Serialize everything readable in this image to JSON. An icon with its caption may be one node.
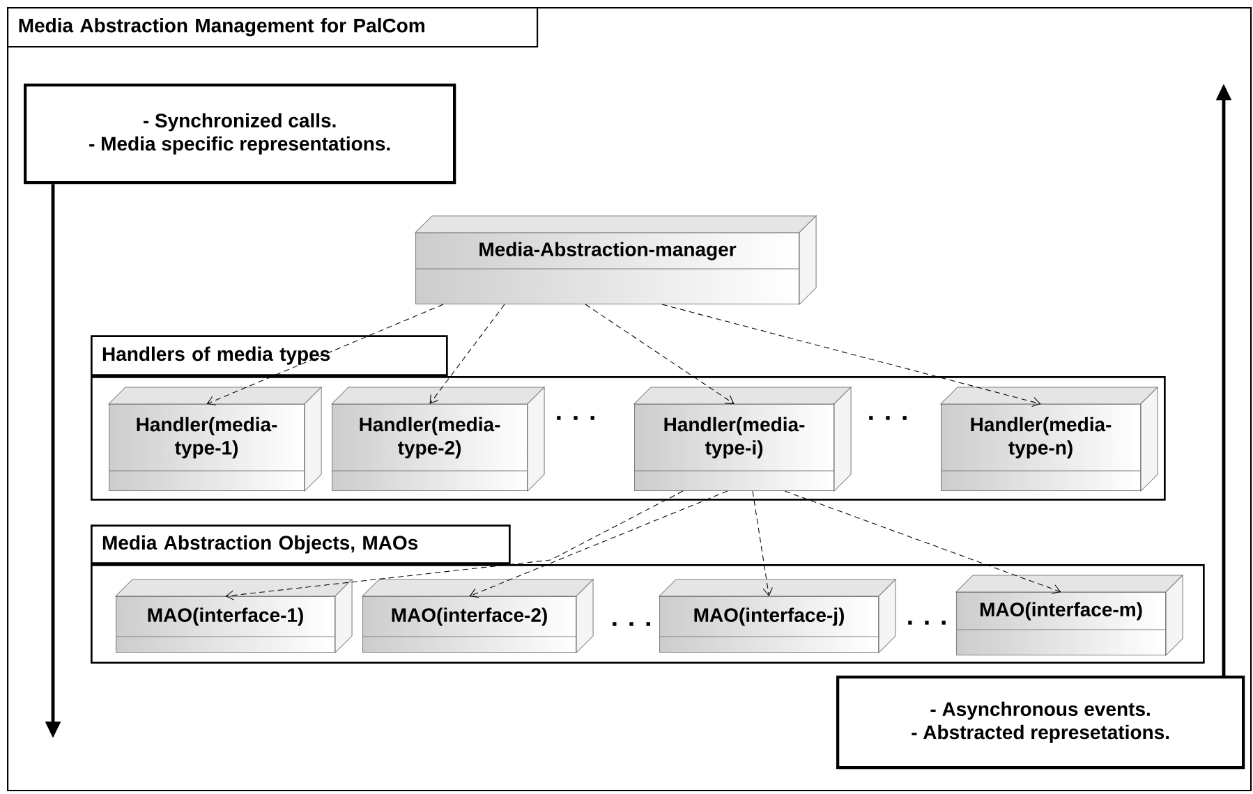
{
  "diagram": {
    "nodes": [
      {
        "text": [
          "Media Abstraction Management for PalCom"
        ]
      },
      {
        "text": [
          "- Synchronized calls.",
          "- Media specific representations."
        ],
        "in": 0
      },
      {
        "text": [
          "Media-Abstraction-manager"
        ],
        "in": 0
      },
      {
        "text": [
          "Handlers of media types"
        ],
        "in": 0
      },
      {
        "text": [
          "Handler(media-type-1)"
        ],
        "in": 3
      },
      {
        "text": [
          "Handler(media-type-2)"
        ],
        "in": 3
      },
      {
        "text": [
          "Handler(media-type-i)"
        ],
        "in": 3
      },
      {
        "text": [
          "Handler(media-type-n)"
        ],
        "in": 3
      },
      {
        "text": [
          "Media Abstraction Objects, MAOs"
        ],
        "in": 0
      },
      {
        "text": [
          "MAO(interface-1)"
        ],
        "in": 8
      },
      {
        "text": [
          "MAO(interface-2)"
        ],
        "in": 8
      },
      {
        "text": [
          "MAO(interface-j)"
        ],
        "in": 8
      },
      {
        "text": [
          "MAO(interface-m)"
        ],
        "in": 8
      },
      {
        "text": [
          "- Asynchronous events.",
          "- Abstracted represetations."
        ],
        "in": 0
      }
    ],
    "edges": [
      {
        "from": 2,
        "to": 4,
        "arrow": "to",
        "style": "dashed"
      },
      {
        "from": 2,
        "to": 5,
        "arrow": "to",
        "style": "dashed"
      },
      {
        "from": 2,
        "to": 6,
        "arrow": "to",
        "style": "dashed"
      },
      {
        "from": 2,
        "to": 7,
        "arrow": "to",
        "style": "dashed"
      },
      {
        "from": 6,
        "to": 9,
        "arrow": "to",
        "style": "dashed"
      },
      {
        "from": 6,
        "to": 10,
        "arrow": "to",
        "style": "dashed"
      },
      {
        "from": 6,
        "to": 11,
        "arrow": "to",
        "style": "dashed"
      },
      {
        "from": 6,
        "to": 12,
        "arrow": "to",
        "style": "dashed"
      },
      {
        "from": 1,
        "to": null,
        "arrow": "to",
        "style": "thick"
      },
      {
        "from": 13,
        "to": null,
        "arrow": "to",
        "style": "thick"
      }
    ],
    "labels": [
      ". . .",
      ". . .",
      ". . .",
      ". . ."
    ]
  }
}
